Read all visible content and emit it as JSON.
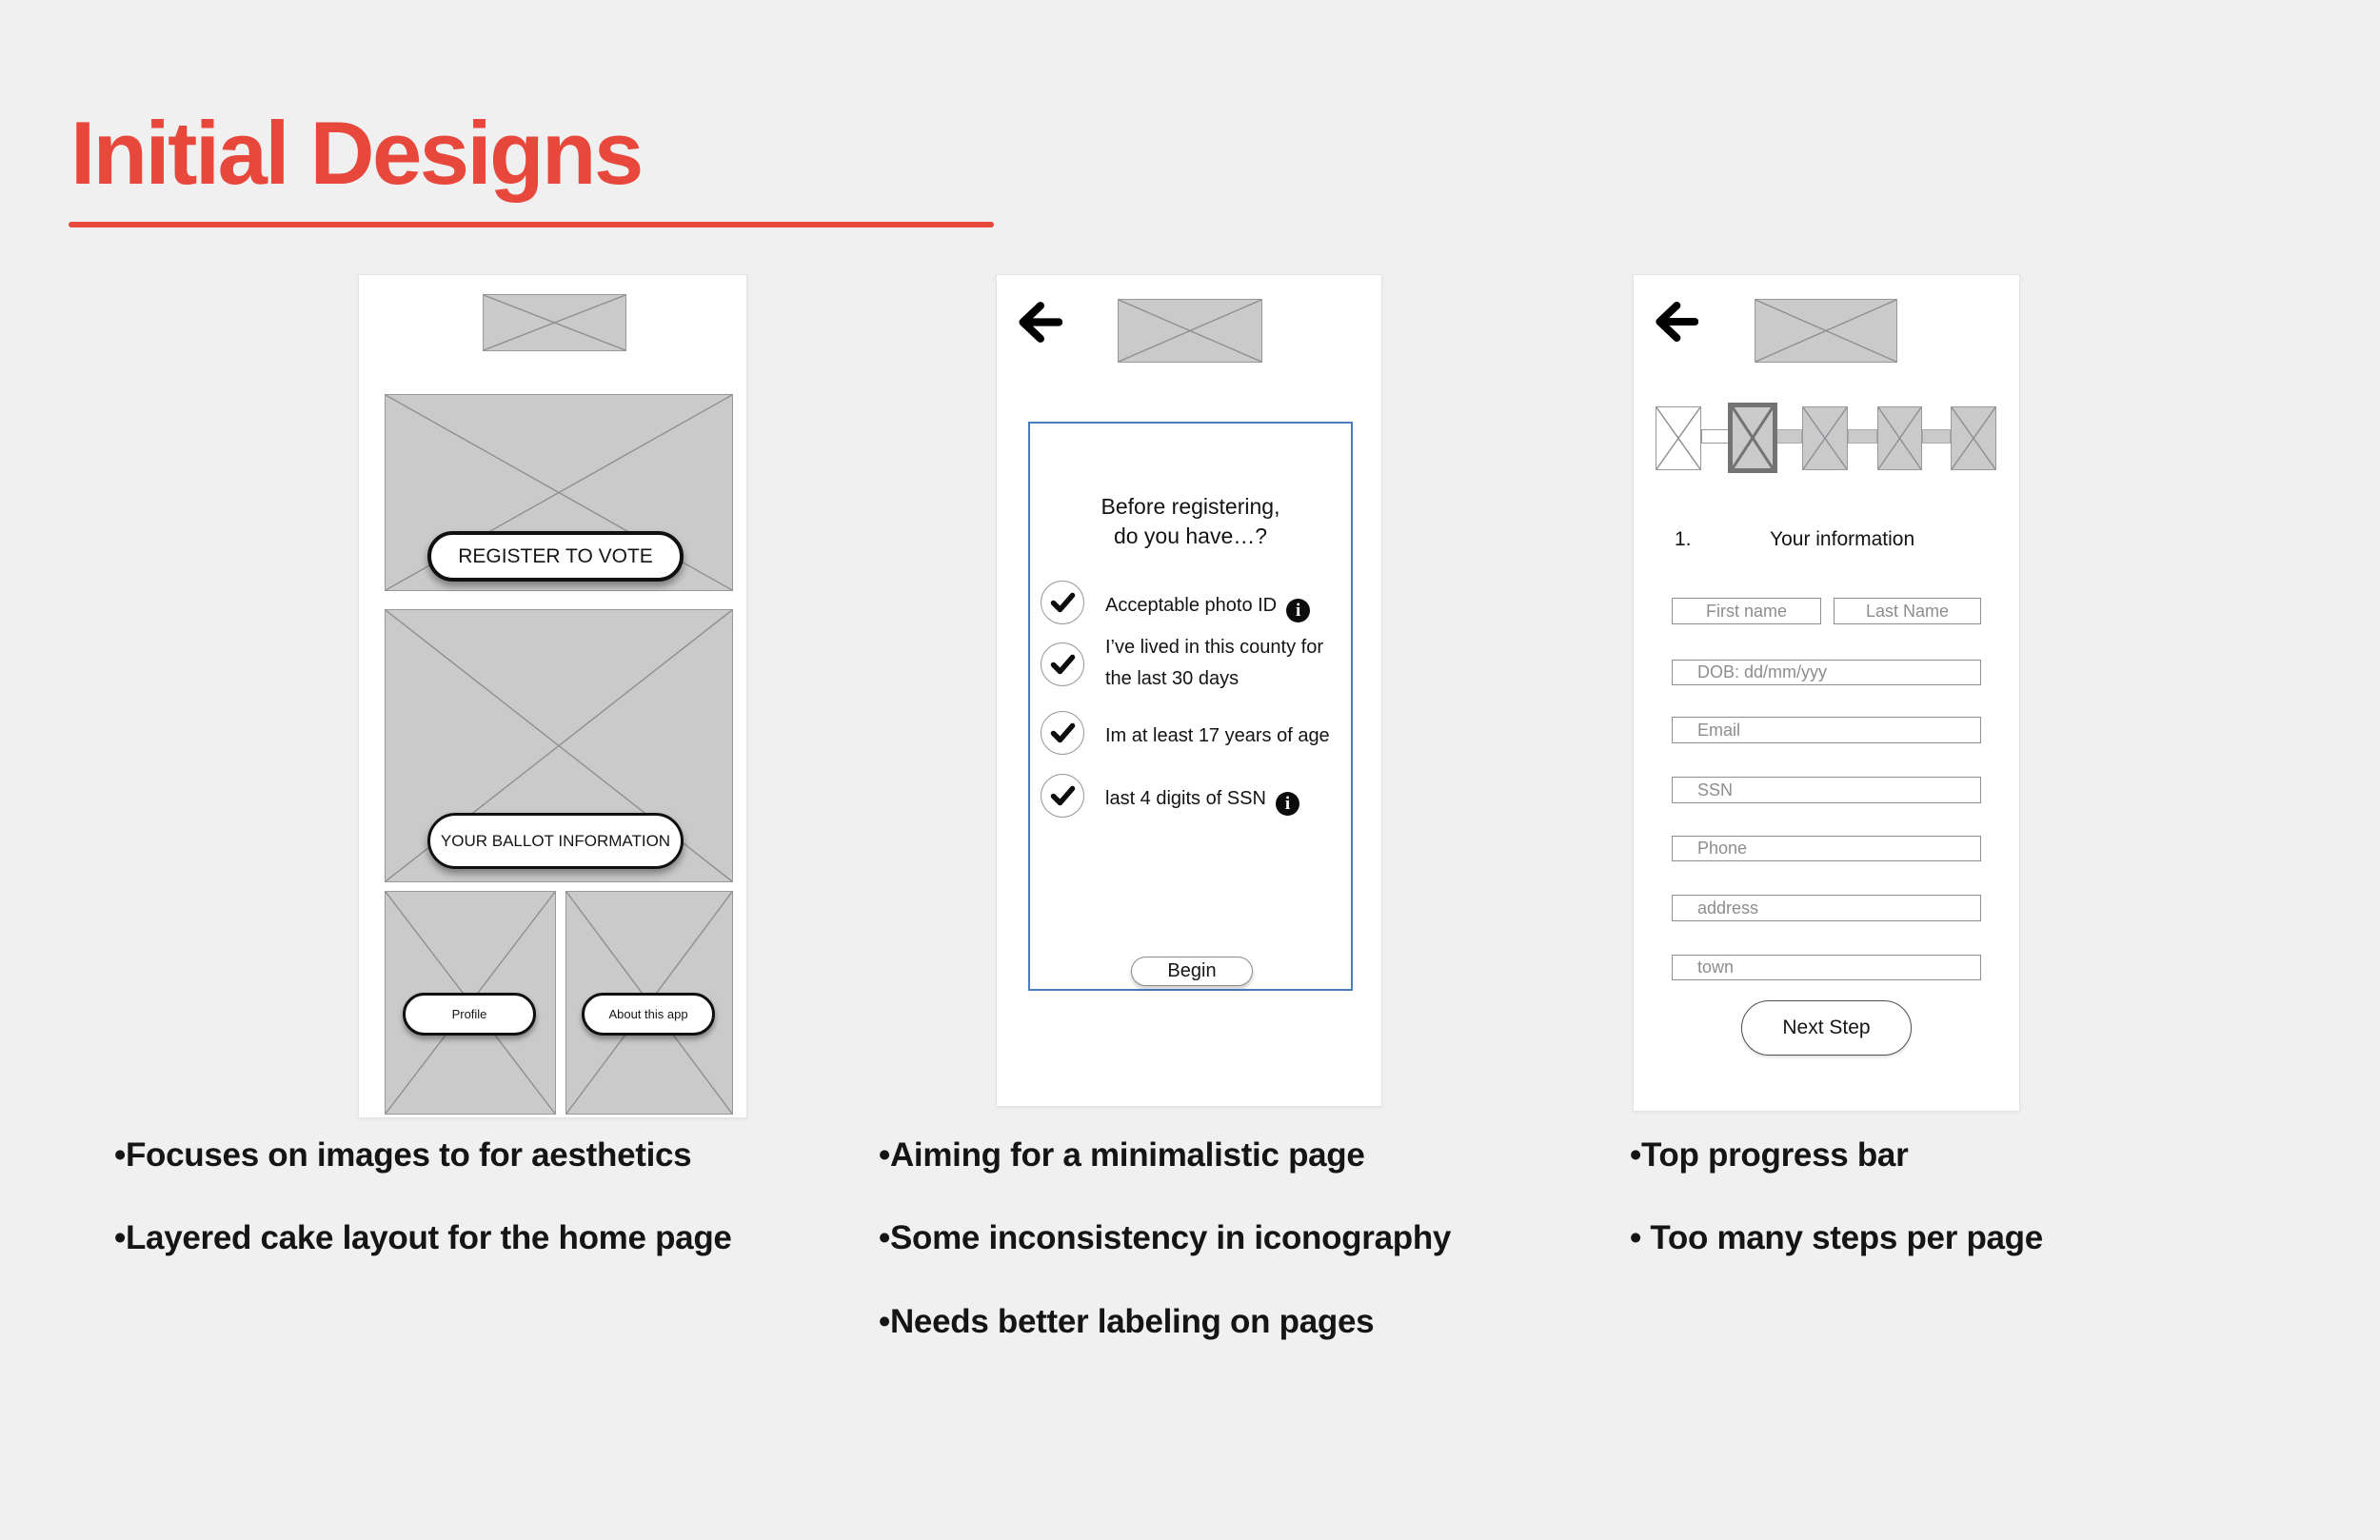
{
  "slide": {
    "title": "Initial Designs",
    "accent_color": "#e8483b"
  },
  "wireframe_home": {
    "register_button": "REGISTER TO VOTE",
    "ballot_button": "YOUR BALLOT INFORMATION",
    "profile_button": "Profile",
    "about_button": "About this app"
  },
  "wireframe_checklist": {
    "back_icon": "back-arrow",
    "heading_line1": "Before registering,",
    "heading_line2": "do you have…?",
    "check_icon": "checkmark",
    "info_icon": "info-circle",
    "items": [
      {
        "line1": "Acceptable photo ID",
        "line2": "",
        "has_info": true
      },
      {
        "line1": "I’ve lived in this county for",
        "line2": "the last 30 days",
        "has_info": false
      },
      {
        "line1": "Im at least 17 years of age",
        "line2": "",
        "has_info": false
      },
      {
        "line1": "last 4 digits of SSN",
        "line2": "",
        "has_info": true
      }
    ],
    "begin_button": "Begin"
  },
  "wireframe_form": {
    "back_icon": "back-arrow",
    "progress_steps": 5,
    "current_step": 2,
    "step_number": "1.",
    "step_label": "Your information",
    "fields": {
      "first_name": "First name",
      "last_name": "Last Name",
      "dob": "DOB: dd/mm/yyy",
      "email": "Email",
      "ssn": "SSN",
      "phone": "Phone",
      "address": "address",
      "town": "town"
    },
    "next_button": "Next Step"
  },
  "notes": {
    "column1": [
      "•Focuses on images to for aesthetics",
      "•Layered cake layout for the home page"
    ],
    "column2": [
      "•Aiming for a minimalistic page",
      "•Some inconsistency in iconography",
      "•Needs better labeling on pages"
    ],
    "column3": [
      "•Top progress bar",
      "• Too many steps per page"
    ]
  }
}
